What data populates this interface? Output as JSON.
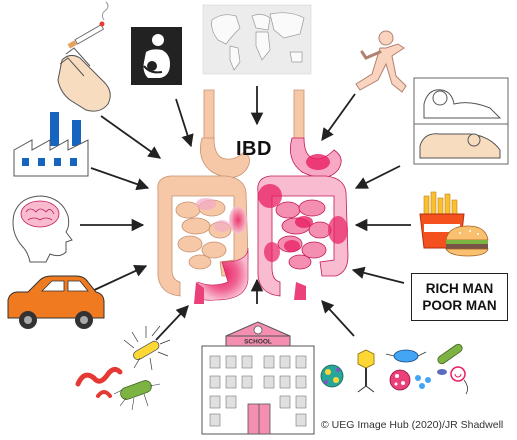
{
  "diagram": {
    "central_label": "IBD",
    "rich_poor_box": {
      "line1": "RICH MAN",
      "line2": "POOR MAN"
    },
    "school_sign": "SCHOOL",
    "credit": "© UEG Image Hub (2020)/JR Shadwell",
    "factor_icons": [
      "smoking-hand-icon",
      "breastfeeding-icon",
      "world-map-icon",
      "running-person-icon",
      "sleeping-person-icon",
      "industrial-factory-icon",
      "fast-food-icon",
      "brain-head-icon",
      "car-icon",
      "bacteria-icon",
      "school-building-icon",
      "microbes-virus-icon"
    ],
    "colors": {
      "healthy_gut": "#f6c8a8",
      "inflamed_gut": "#e91e63",
      "arrow": "#222222",
      "car": "#f07a20",
      "factory_window": "#1565c0",
      "school_roof": "#f48fb1"
    }
  }
}
